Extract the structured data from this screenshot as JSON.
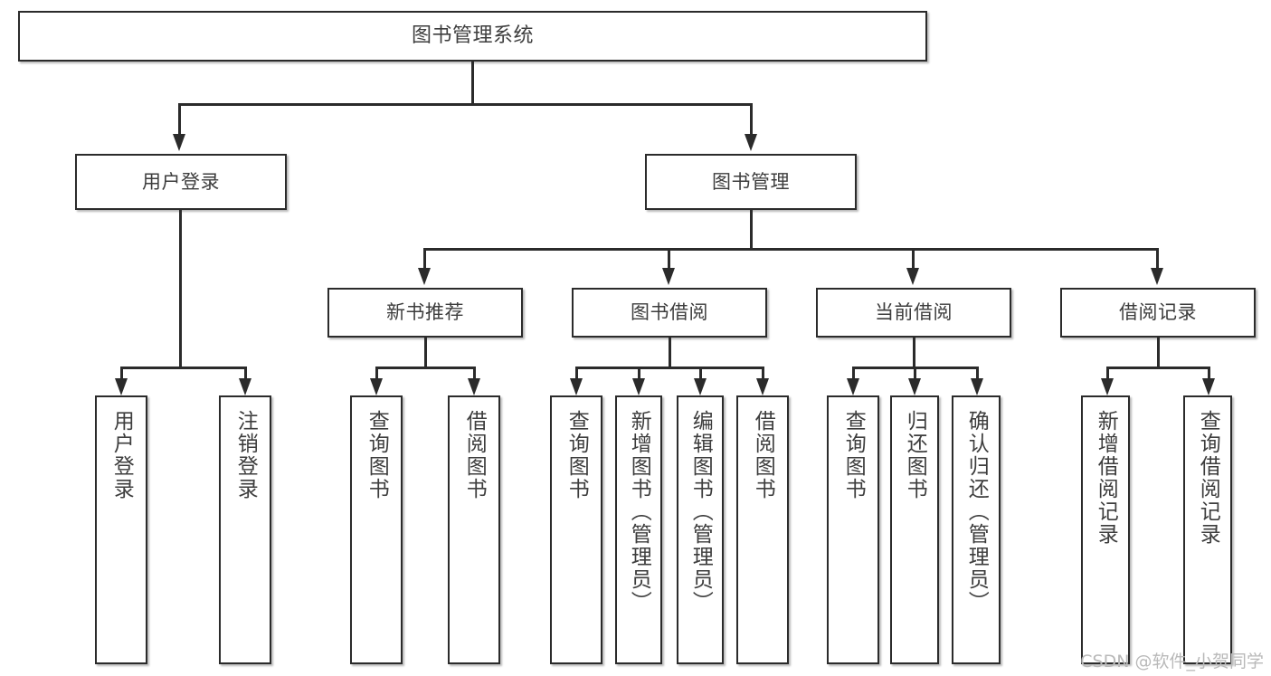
{
  "diagram": {
    "title": "图书管理系统",
    "watermark": "CSDN @软件_小贺同学",
    "accent_color": "#2b2b2b",
    "text_color": "#3d3d3d",
    "background_color": "#ffffff",
    "type": "tree-hierarchy",
    "levels": 4
  },
  "root": {
    "label": "图书管理系统"
  },
  "level2": [
    {
      "label": "用户登录"
    },
    {
      "label": "图书管理"
    }
  ],
  "level3": [
    {
      "label": "新书推荐"
    },
    {
      "label": "图书借阅"
    },
    {
      "label": "当前借阅"
    },
    {
      "label": "借阅记录"
    }
  ],
  "leaves": {
    "user_login": [
      {
        "label": "用户登录"
      },
      {
        "label": "注销登录"
      }
    ],
    "new_book_recommend": [
      {
        "label": "查询图书"
      },
      {
        "label": "借阅图书"
      }
    ],
    "book_borrow": [
      {
        "label": "查询图书"
      },
      {
        "label": "新增图书（管理员）"
      },
      {
        "label": "编辑图书（管理员）"
      },
      {
        "label": "借阅图书"
      }
    ],
    "current_borrow": [
      {
        "label": "查询图书"
      },
      {
        "label": "归还图书"
      },
      {
        "label": "确认归还（管理员）"
      }
    ],
    "borrow_record": [
      {
        "label": "新增借阅记录"
      },
      {
        "label": "查询借阅记录"
      }
    ]
  }
}
